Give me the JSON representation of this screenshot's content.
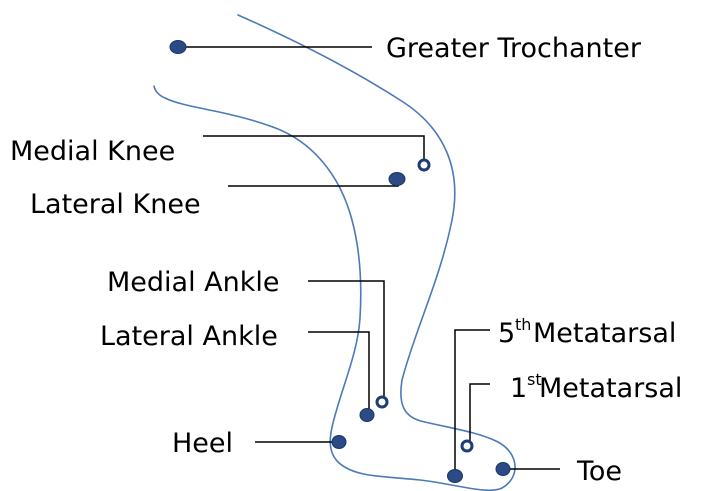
{
  "labels": {
    "greater_trochanter": "Greater Trochanter",
    "medial_knee": "Medial Knee",
    "lateral_knee": "Lateral Knee",
    "medial_ankle": "Medial Ankle",
    "lateral_ankle": "Lateral Ankle",
    "fifth_metatarsal_number": "5",
    "fifth_metatarsal_suffix": "th",
    "fifth_metatarsal_name": " Metatarsal",
    "first_metatarsal_number": "1",
    "first_metatarsal_suffix": "st",
    "first_metatarsal_name": " Metatarsal",
    "heel": "Heel",
    "toe": "Toe"
  },
  "colors": {
    "outline": "#4a7ab8",
    "marker_fill": "#2b4a86",
    "leader_line": "#000000",
    "background": "#ffffff"
  }
}
